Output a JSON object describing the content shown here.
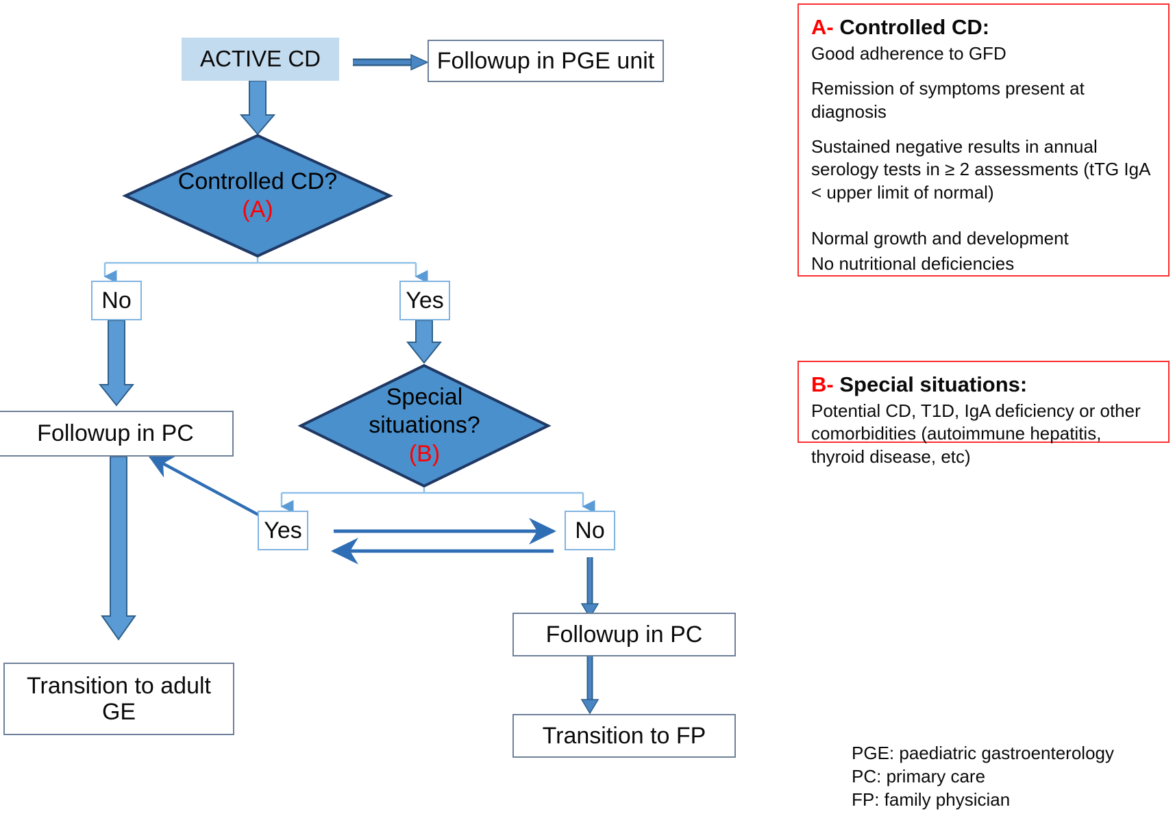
{
  "figure": {
    "kind": "clinical-decision-flowchart",
    "topic": "Coeliac disease follow-up and transition pathway"
  },
  "flow": {
    "active_cd": "ACTIVE CD",
    "followup_pge": "Followup in PGE unit",
    "decision_a": {
      "line1": "Controlled CD?",
      "tag": "(A)"
    },
    "branch_a_no": "No",
    "branch_a_yes": "Yes",
    "followup_pc_left": "Followup in PC",
    "decision_b": {
      "line1": "Special",
      "line2": "situations?",
      "tag": "(B)"
    },
    "branch_b_yes": "Yes",
    "branch_b_no": "No",
    "followup_pc_right": "Followup in PC",
    "transition_adult_ge_line1": "Transition to adult",
    "transition_adult_ge_line2": "GE",
    "transition_fp": "Transition to FP"
  },
  "panel_a": {
    "letter": "A-",
    "title": "Controlled CD:",
    "items": [
      "Good adherence to GFD",
      "Remission of symptoms present at diagnosis",
      "Sustained negative results in annual serology tests in ≥ 2 assessments (tTG IgA < upper limit of normal)",
      "Normal growth and development",
      "No nutritional deficiencies"
    ]
  },
  "panel_b": {
    "letter": "B-",
    "title": "Special situations:",
    "items": [
      "Potential CD, T1D, IgA deficiency or other comorbidities (autoimmune hepatitis, thyroid disease, etc)"
    ]
  },
  "legend": {
    "lines": [
      "PGE: paediatric gastroenterology",
      "PC: primary care",
      "FP: family physician"
    ]
  },
  "colors": {
    "active_box_fill": "#c3dbee",
    "diamond_fill": "#4a90cc",
    "diamond_stroke": "#1f3864",
    "thick_arrow_fill": "#5b9bd5",
    "thick_arrow_stroke": "#2e5f8a",
    "thin_arrow": "#2f6eb5",
    "light_connector": "#8fc1e8",
    "box_border": "#6d8099",
    "small_box_border": "#7fb3e0",
    "panel_border": "#ff2d2d",
    "accent_red": "#ff0000"
  }
}
